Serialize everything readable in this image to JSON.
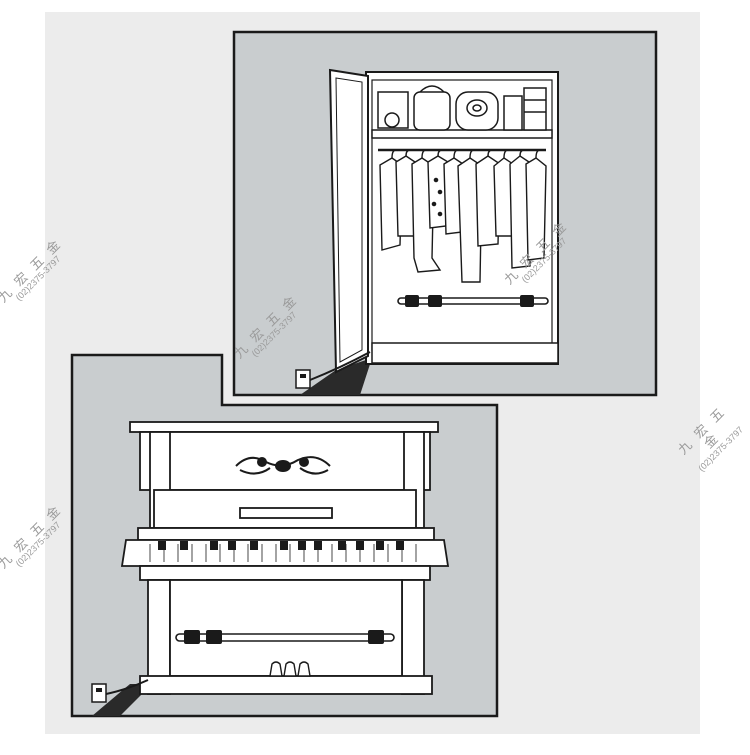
{
  "figure": {
    "panels": [
      {
        "id": "closet",
        "subject": "Wardrobe with heater rod installed at floor level, cord plugged into wall outlet"
      },
      {
        "id": "piano",
        "subject": "Upright piano with heater rod mounted between the legs, cord plugged into wall outlet"
      }
    ]
  },
  "watermark": {
    "name": "九 宏 五 金",
    "phone": "(02)2375-3797"
  },
  "colors": {
    "page": "#ececec",
    "panel_bg": "#c9cdcf",
    "line": "#1a1a1a",
    "furniture_fill": "#ffffff",
    "shadow": "#2a2a2a",
    "watermark": "#9a9a9a"
  }
}
